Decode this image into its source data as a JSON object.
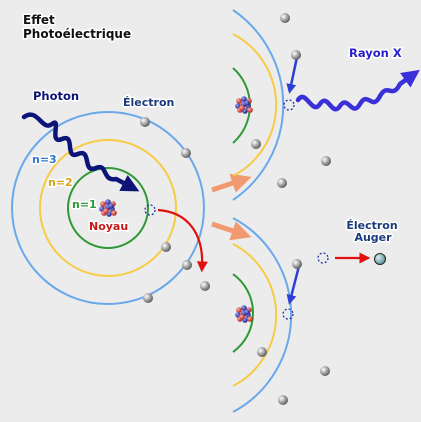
{
  "title": {
    "line1": "Effet",
    "line2": "Photoélectrique"
  },
  "labels": {
    "photon": "Photon",
    "electron": "Électron",
    "n3": "n=3",
    "n2": "n=2",
    "n1": "n=1",
    "noyau": "Noyau",
    "rayon_x": "Rayon X",
    "auger_line1": "Électron",
    "auger_line2": "Auger"
  },
  "colors": {
    "background": "#ececec",
    "shell_n3": "#6aa8ec",
    "shell_n2": "#f6cc45",
    "shell_n1": "#2e9a35",
    "photon_wave": "#0c1478",
    "xray_wave": "#3a30d8",
    "ejection_arrow": "#e01010",
    "transition_arrow": "#2b3fd8",
    "flow_arrow": "#f19a6f",
    "electron": "#9a9a9a",
    "vacancy": "#2233aa",
    "proton": "#d8342a",
    "neutron": "#2a2c9a"
  }
}
